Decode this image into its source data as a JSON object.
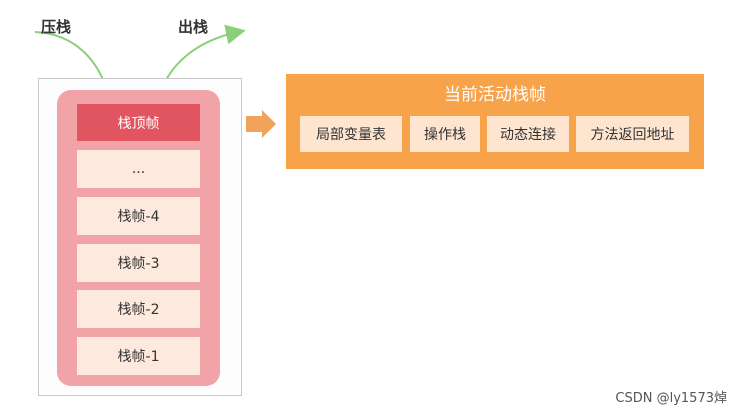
{
  "labels": {
    "push": "压栈",
    "pop": "出栈"
  },
  "stack": {
    "top_frame": "栈顶帧",
    "frames": [
      "...",
      "栈帧-4",
      "栈帧-3",
      "栈帧-2",
      "栈帧-1"
    ]
  },
  "current_frame": {
    "title": "当前活动栈帧",
    "parts": [
      "局部变量表",
      "操作栈",
      "动态连接",
      "方法返回地址"
    ]
  },
  "watermark": "CSDN @ly1573焯",
  "colors": {
    "stack_body": "#f2a3a8",
    "stack_top": "#e05560",
    "frame_fill": "#fde9de",
    "current_frame_fill": "#f6a34a",
    "arrow_green": "#8ccf7a",
    "arrow_orange": "#f2a35a"
  }
}
